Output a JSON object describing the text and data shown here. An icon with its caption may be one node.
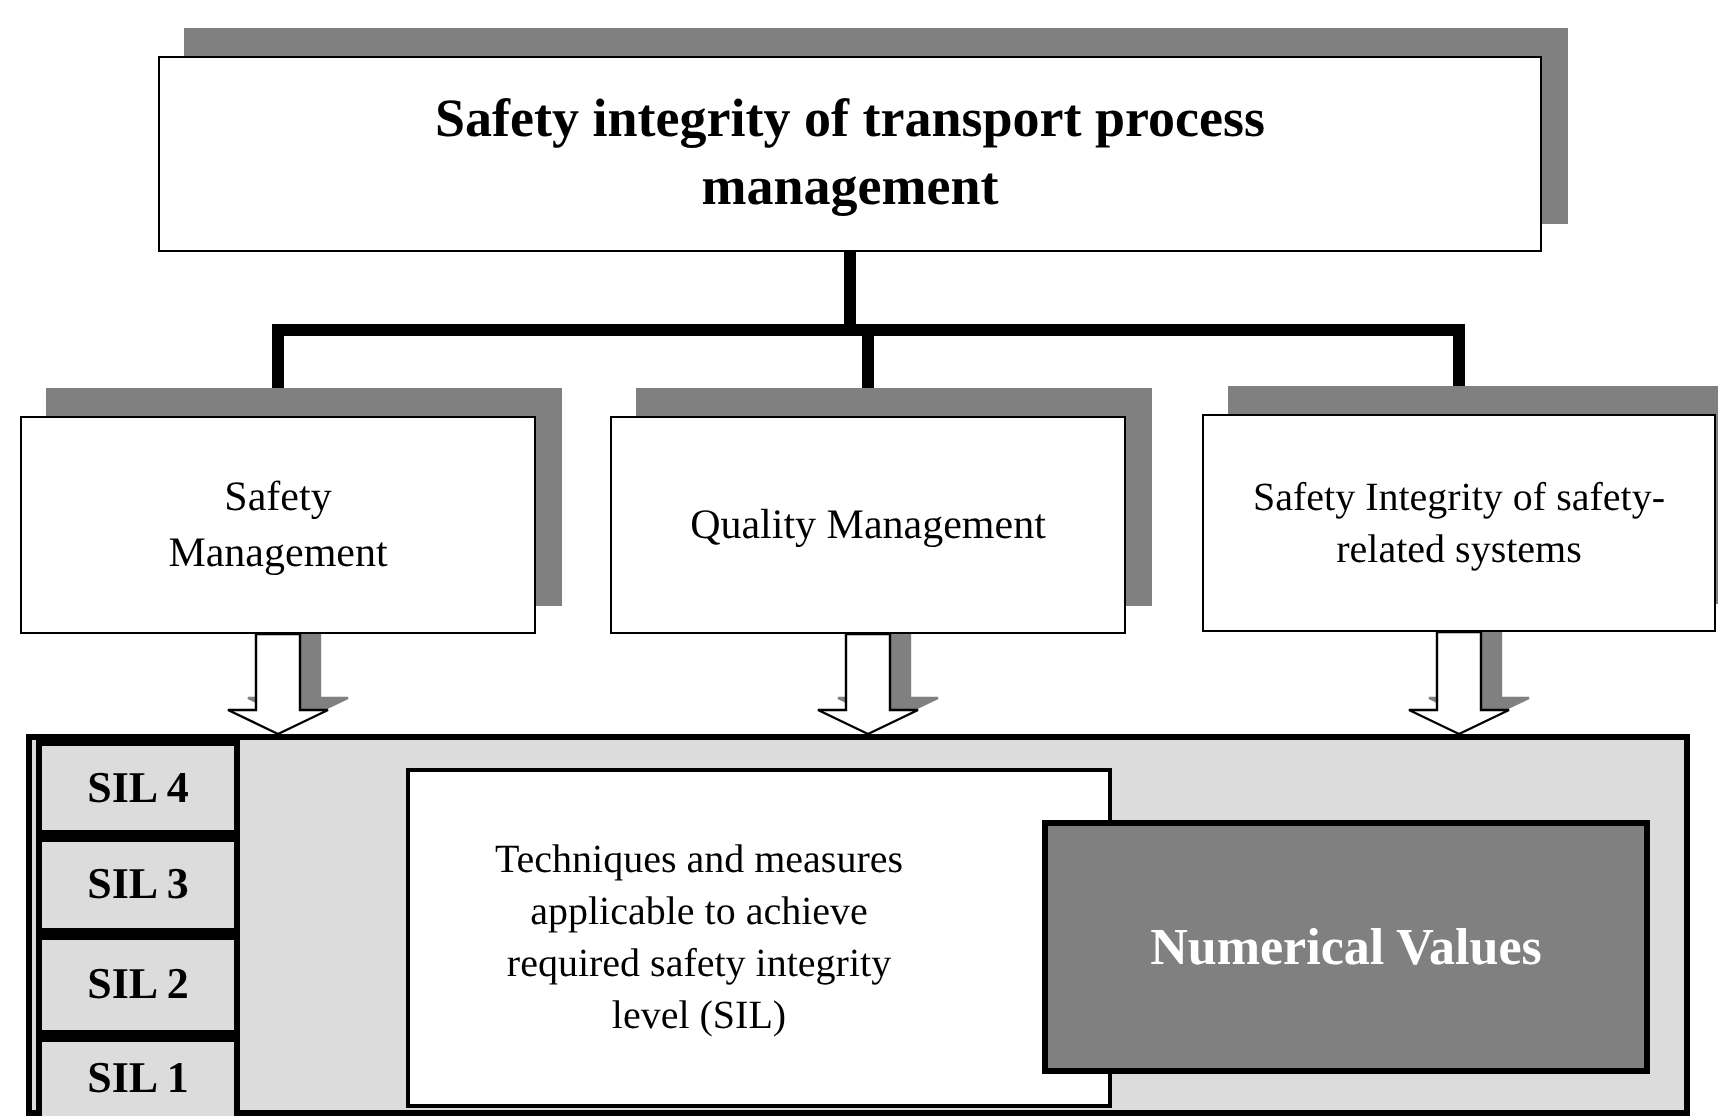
{
  "diagram": {
    "nodes": [
      {
        "text": [
          "Safety integrity of transport process management"
        ]
      },
      {
        "text": [
          "Safety Management"
        ]
      },
      {
        "text": [
          "Quality Management"
        ]
      },
      {
        "text": [
          "Safety Integrity of safety-related systems"
        ]
      },
      {
        "text": [],
        "shape": "box"
      },
      {
        "text": [
          "SIL 4"
        ],
        "in": 4
      },
      {
        "text": [
          "SIL 3"
        ],
        "in": 4
      },
      {
        "text": [
          "SIL 2"
        ],
        "in": 4
      },
      {
        "text": [
          "SIL 1"
        ],
        "in": 4
      },
      {
        "text": [
          "Techniques and measures applicable to achieve required safety integrity level (SIL)"
        ],
        "in": 4
      },
      {
        "text": [
          "Numerical Values"
        ],
        "in": 4
      }
    ],
    "edges": [
      {
        "from": 0,
        "to": 1,
        "arrow": "none"
      },
      {
        "from": 0,
        "to": 2,
        "arrow": "none"
      },
      {
        "from": 0,
        "to": 3,
        "arrow": "none"
      },
      {
        "from": 1,
        "to": 4,
        "arrow": "to"
      },
      {
        "from": 2,
        "to": 4,
        "arrow": "to"
      },
      {
        "from": 3,
        "to": 4,
        "arrow": "to"
      }
    ]
  }
}
